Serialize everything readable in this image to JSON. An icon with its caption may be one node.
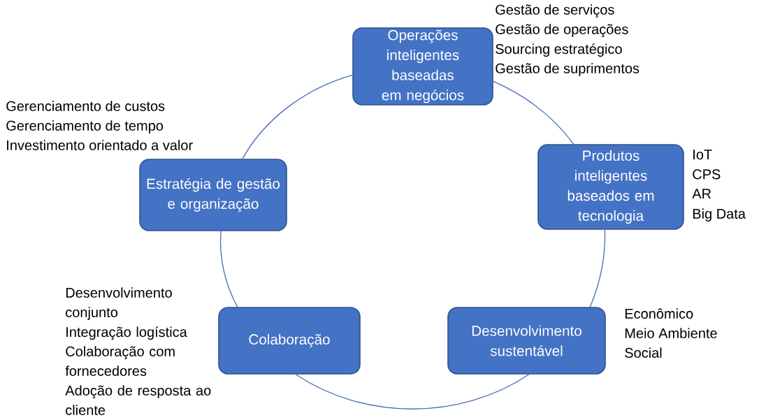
{
  "diagram": {
    "nodes": [
      {
        "text": [
          "Operações inteligentes baseadas em negócios"
        ],
        "beside": [
          "Gestão de serviços",
          "Gestão de operações",
          "Sourcing estratégico",
          "Gestão de suprimentos"
        ]
      },
      {
        "text": [
          "Estratégia de gestão e organização"
        ],
        "beside": [
          "Gerenciamento de custos",
          "Gerenciamento de tempo",
          "Investimento orientado a valor"
        ]
      },
      {
        "text": [
          "Produtos inteligentes baseados em tecnologia"
        ],
        "beside": [
          "IoT",
          "CPS",
          "AR",
          "Big Data"
        ]
      },
      {
        "text": [
          "Colaboração"
        ],
        "beside": [
          "Desenvolvimento conjunto",
          "Integração logística",
          "Colaboração com fornecedores",
          "Adoção de resposta ao cliente"
        ]
      },
      {
        "text": [
          "Desenvolvimento sustentável"
        ],
        "beside": [
          "Econômico",
          "Meio Ambiente",
          "Social"
        ]
      }
    ],
    "edges": [
      {
        "from": 0,
        "to": 2,
        "arrow": "none"
      },
      {
        "from": 2,
        "to": 4,
        "arrow": "none"
      },
      {
        "from": 4,
        "to": 3,
        "arrow": "none"
      },
      {
        "from": 3,
        "to": 1,
        "arrow": "none"
      },
      {
        "from": 1,
        "to": 0,
        "arrow": "none"
      }
    ]
  }
}
